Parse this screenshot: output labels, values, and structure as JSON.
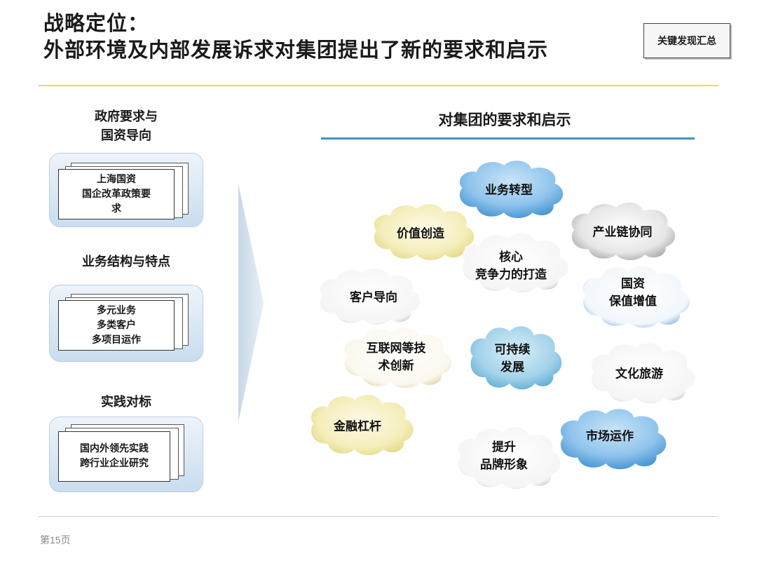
{
  "header": {
    "title_line1": "战略定位：",
    "title_line2": "外部环境及内部发展诉求对集团提出了新的要求和启示",
    "summary_button": "关键发现汇总"
  },
  "left": {
    "sections": [
      {
        "label_line1": "政府要求与",
        "label_line2": "国资导向",
        "doc_lines": [
          "上海国资",
          "国企改革政策要",
          "求"
        ]
      },
      {
        "label_line1": "业务结构与特点",
        "label_line2": "",
        "doc_lines": [
          "多元业务",
          "多类客户",
          "多项目运作"
        ]
      },
      {
        "label_line1": "实践对标",
        "label_line2": "",
        "doc_lines": [
          "国内外领先实践",
          "跨行业企业研究"
        ]
      }
    ]
  },
  "right": {
    "title": "对集团的要求和启示",
    "clouds": [
      {
        "id": "yewu",
        "lines": [
          "业务转型"
        ],
        "theme": "blue"
      },
      {
        "id": "jiazhi",
        "lines": [
          "价值创造"
        ],
        "theme": "yellow"
      },
      {
        "id": "chanye",
        "lines": [
          "产业链协同"
        ],
        "theme": "gray"
      },
      {
        "id": "hexin",
        "lines": [
          "核心",
          "竞争力的打造"
        ],
        "theme": "white"
      },
      {
        "id": "kehu",
        "lines": [
          "客户导向"
        ],
        "theme": "white"
      },
      {
        "id": "guozi",
        "lines": [
          "国资",
          "保值增值"
        ],
        "theme": "white-blue"
      },
      {
        "id": "hulian",
        "lines": [
          "互联网等技",
          "术创新"
        ],
        "theme": "yellow-white"
      },
      {
        "id": "kechixu",
        "lines": [
          "可持续",
          "发展"
        ],
        "theme": "teal"
      },
      {
        "id": "wenhua",
        "lines": [
          "文化旅游"
        ],
        "theme": "white"
      },
      {
        "id": "jinrong",
        "lines": [
          "金融杠杆"
        ],
        "theme": "yellow"
      },
      {
        "id": "shichang",
        "lines": [
          "市场运作"
        ],
        "theme": "blue"
      },
      {
        "id": "tisheng",
        "lines": [
          "提升",
          "品牌形象"
        ],
        "theme": "white"
      }
    ]
  },
  "footer": {
    "page": "第15页"
  }
}
